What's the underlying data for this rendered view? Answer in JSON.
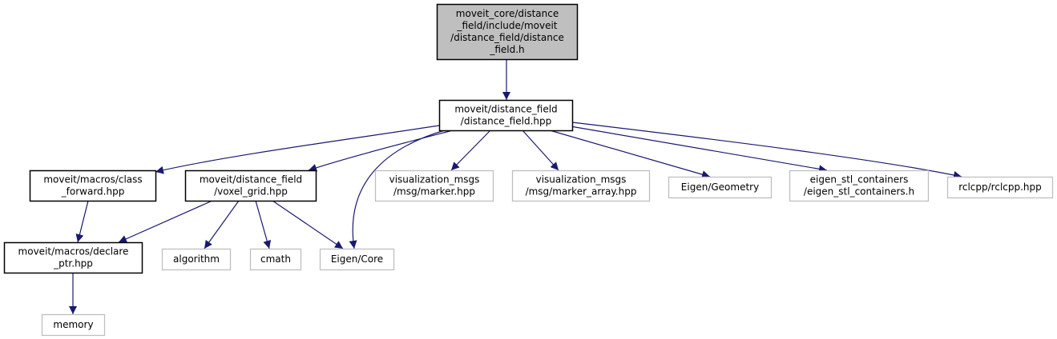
{
  "title": "Include dependency graph for distance_field.h",
  "colors": {
    "edge": "#191970",
    "root_fill": "#bfbfbf",
    "root_border": "#000000",
    "documented_border": "#000000",
    "external_border": "#bfbfbf",
    "node_fill": "#ffffff",
    "text": "#000000"
  },
  "nodes": [
    {
      "id": "root",
      "kind": "root",
      "lines": [
        "moveit_core/distance",
        "_field/include/moveit",
        "/distance_field/distance",
        "_field.h"
      ]
    },
    {
      "id": "distance_field_hpp",
      "kind": "documented",
      "lines": [
        "moveit/distance_field",
        "/distance_field.hpp"
      ]
    },
    {
      "id": "class_forward",
      "kind": "documented",
      "lines": [
        "moveit/macros/class",
        "_forward.hpp"
      ]
    },
    {
      "id": "voxel_grid",
      "kind": "documented",
      "lines": [
        "moveit/distance_field",
        "/voxel_grid.hpp"
      ]
    },
    {
      "id": "marker",
      "kind": "external",
      "lines": [
        "visualization_msgs",
        "/msg/marker.hpp"
      ]
    },
    {
      "id": "marker_array",
      "kind": "external",
      "lines": [
        "visualization_msgs",
        "/msg/marker_array.hpp"
      ]
    },
    {
      "id": "eigen_geometry",
      "kind": "external",
      "lines": [
        "Eigen/Geometry"
      ]
    },
    {
      "id": "eigen_stl",
      "kind": "external",
      "lines": [
        "eigen_stl_containers",
        "/eigen_stl_containers.h"
      ]
    },
    {
      "id": "rclcpp",
      "kind": "external",
      "lines": [
        "rclcpp/rclcpp.hpp"
      ]
    },
    {
      "id": "declare_ptr",
      "kind": "documented",
      "lines": [
        "moveit/macros/declare",
        "_ptr.hpp"
      ]
    },
    {
      "id": "algorithm",
      "kind": "external",
      "lines": [
        "algorithm"
      ]
    },
    {
      "id": "cmath",
      "kind": "external",
      "lines": [
        "cmath"
      ]
    },
    {
      "id": "eigen_core",
      "kind": "external",
      "lines": [
        "Eigen/Core"
      ]
    },
    {
      "id": "memory",
      "kind": "external",
      "lines": [
        "memory"
      ]
    }
  ],
  "edges": [
    {
      "from": "root",
      "to": "distance_field_hpp"
    },
    {
      "from": "distance_field_hpp",
      "to": "class_forward"
    },
    {
      "from": "distance_field_hpp",
      "to": "voxel_grid"
    },
    {
      "from": "distance_field_hpp",
      "to": "eigen_core"
    },
    {
      "from": "distance_field_hpp",
      "to": "marker"
    },
    {
      "from": "distance_field_hpp",
      "to": "marker_array"
    },
    {
      "from": "distance_field_hpp",
      "to": "eigen_geometry"
    },
    {
      "from": "distance_field_hpp",
      "to": "eigen_stl"
    },
    {
      "from": "distance_field_hpp",
      "to": "rclcpp"
    },
    {
      "from": "class_forward",
      "to": "declare_ptr"
    },
    {
      "from": "voxel_grid",
      "to": "declare_ptr"
    },
    {
      "from": "voxel_grid",
      "to": "algorithm"
    },
    {
      "from": "voxel_grid",
      "to": "cmath"
    },
    {
      "from": "voxel_grid",
      "to": "eigen_core"
    },
    {
      "from": "declare_ptr",
      "to": "memory"
    }
  ]
}
